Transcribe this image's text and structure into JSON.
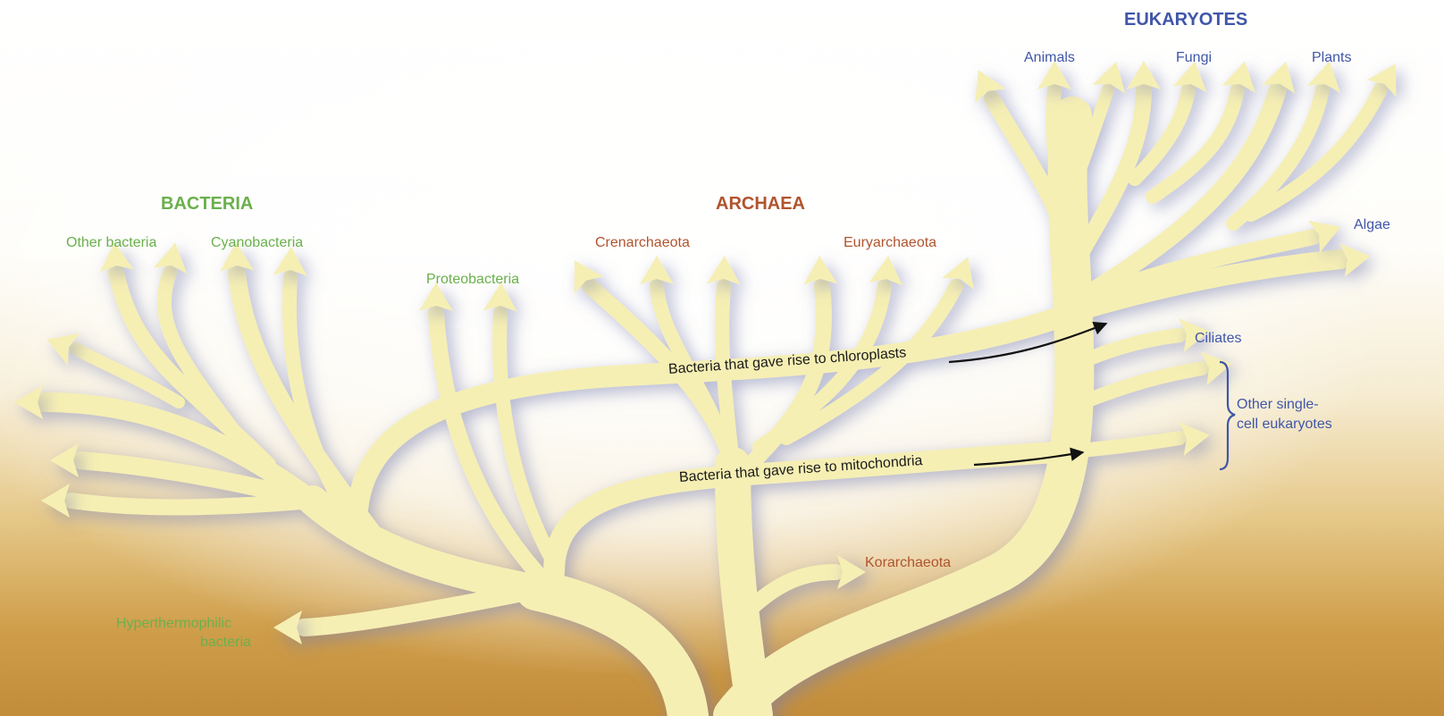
{
  "domains": {
    "bacteria": {
      "label": "BACTERIA",
      "groups": [
        "Other bacteria",
        "Cyanobacteria",
        "Proteobacteria",
        "Hyperthermophilic bacteria"
      ],
      "color": "#6ab04c"
    },
    "archaea": {
      "label": "ARCHAEA",
      "groups": [
        "Crenarchaeota",
        "Euryarchaeota",
        "Korarchaeota"
      ],
      "color": "#b0542e"
    },
    "eukaryotes": {
      "label": "EUKARYOTES",
      "groups": [
        "Animals",
        "Fungi",
        "Plants",
        "Algae",
        "Ciliates",
        "Other single-cell eukaryotes"
      ],
      "color": "#4056a8"
    }
  },
  "labels": {
    "hyperthermophilic_line1": "Hyperthermophilic",
    "hyperthermophilic_line2": "bacteria",
    "other_single_line1": "Other single-",
    "other_single_line2": "cell eukaryotes"
  },
  "annotations": {
    "chloroplasts": "Bacteria that gave rise to chloroplasts",
    "mitochondria": "Bacteria that gave rise to mitochondria"
  },
  "colors": {
    "branch": "#f6efb4",
    "branch_shadow": "#8a8eb8",
    "annotation_arrow": "#111111",
    "bracket": "#4056a8"
  }
}
